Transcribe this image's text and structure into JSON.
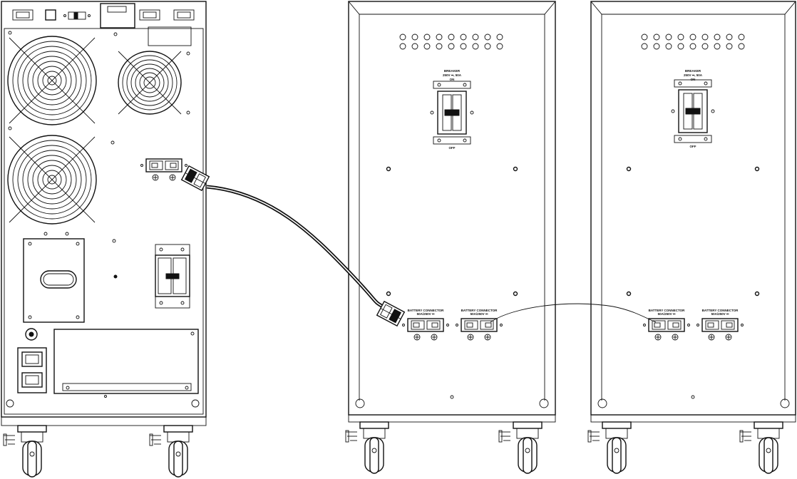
{
  "breaker_labels": {
    "title": "BREAKER",
    "rating": "250V ⎓, 50A",
    "on": "ON",
    "off": "OFF"
  },
  "connector_labels": {
    "title": "BATTERY CONNECTOR",
    "rating": "50A/250V ⎓"
  },
  "icons": [
    "fan-grille-icon",
    "breaker-icon",
    "battery-connector-icon",
    "plug-icon",
    "caster-wheel-icon",
    "cable-icon"
  ]
}
